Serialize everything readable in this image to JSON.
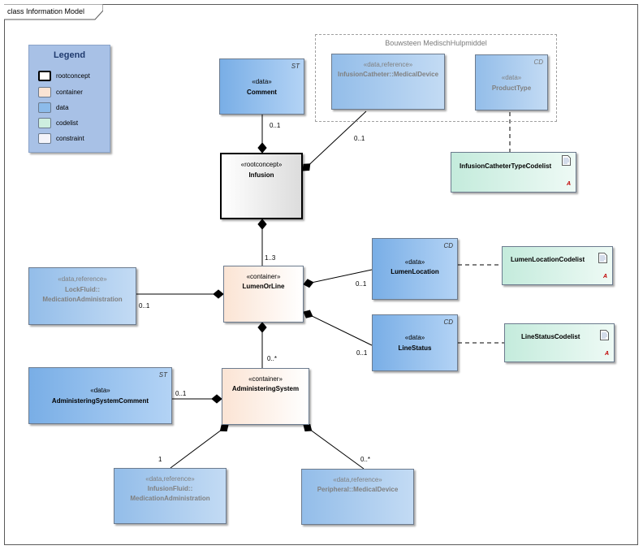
{
  "frame_title": "class Information Model",
  "legend": {
    "title": "Legend",
    "items": [
      {
        "label": "rootconcept",
        "color": "#ffffff"
      },
      {
        "label": "container",
        "color": "#fbe4d4"
      },
      {
        "label": "data",
        "color": "#8cbbea"
      },
      {
        "label": "codelist",
        "color": "#cdeedf"
      },
      {
        "label": "constraint",
        "color": "#f4f4fa"
      }
    ]
  },
  "package": {
    "title": "Bouwsteen MedischHulpmiddel"
  },
  "classes": {
    "comment": {
      "stereotype": "«data»",
      "name": "Comment",
      "tag": "ST"
    },
    "infusion_catheter": {
      "stereotype": "«data,reference»",
      "name": "InfusionCatheter::MedicalDevice"
    },
    "product_type": {
      "stereotype": "«data»",
      "name": "ProductType",
      "tag": "CD"
    },
    "infusion": {
      "stereotype": "«rootconcept»",
      "name": "Infusion"
    },
    "lock_fluid": {
      "stereotype": "«data,reference»",
      "name_line1": "LockFluid::",
      "name_line2": "MedicationAdministration"
    },
    "lumen_or_line": {
      "stereotype": "«container»",
      "name": "LumenOrLine"
    },
    "lumen_location": {
      "stereotype": "«data»",
      "name": "LumenLocation",
      "tag": "CD"
    },
    "line_status": {
      "stereotype": "«data»",
      "name": "LineStatus",
      "tag": "CD"
    },
    "administering_system_comment": {
      "stereotype": "«data»",
      "name": "AdministeringSystemComment",
      "tag": "ST"
    },
    "administering_system": {
      "stereotype": "«container»",
      "name": "AdministeringSystem"
    },
    "infusion_fluid": {
      "stereotype": "«data,reference»",
      "name_line1": "InfusionFluid::",
      "name_line2": "MedicationAdministration"
    },
    "peripheral": {
      "stereotype": "«data,reference»",
      "name": "Peripheral::MedicalDevice"
    }
  },
  "codelists": {
    "infusion_catheter_type": {
      "name": "InfusionCatheterTypeCodelist",
      "mark": "A"
    },
    "lumen_location": {
      "name": "LumenLocationCodelist",
      "mark": "A"
    },
    "line_status": {
      "name": "LineStatusCodelist",
      "mark": "A"
    }
  },
  "multiplicities": {
    "comment": "0..1",
    "catheter": "0..1",
    "lumen": "1..3",
    "lock_fluid": "0..1",
    "lumen_location": "0..1",
    "line_status": "0..1",
    "administering_system": "0..*",
    "admin_comment": "0..1",
    "infusion_fluid": "1",
    "peripheral": "0..*"
  }
}
